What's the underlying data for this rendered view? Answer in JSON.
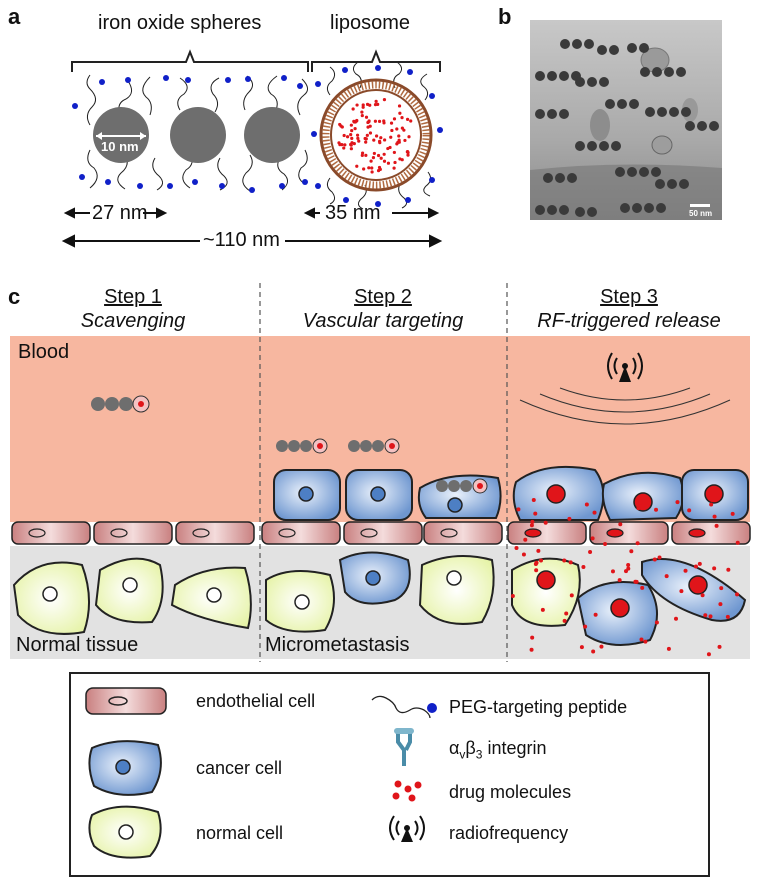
{
  "panel_a": {
    "letter": "a",
    "iron_label": "iron oxide spheres",
    "liposome_label": "liposome",
    "size_10": "10 nm",
    "size_27": "27 nm",
    "size_35": "35 nm",
    "size_110": "~110 nm"
  },
  "panel_b": {
    "letter": "b",
    "scalebar": "50 nm"
  },
  "panel_c": {
    "letter": "c",
    "steps": [
      {
        "title": "Step 1",
        "subtitle": "Scavenging"
      },
      {
        "title": "Step 2",
        "subtitle": "Vascular targeting"
      },
      {
        "title": "Step 3",
        "subtitle": "RF-triggered release"
      }
    ],
    "blood_label": "Blood",
    "normal_tissue_label": "Normal tissue",
    "micrometastasis_label": "Micrometastasis"
  },
  "legend": {
    "endothelial": "endothelial cell",
    "cancer": "cancer cell",
    "normal": "normal cell",
    "peg": "PEG-targeting peptide",
    "integrin_alpha": "α",
    "integrin_v": "v",
    "integrin_beta": "β",
    "integrin_3": "3",
    "integrin_suffix": " integrin",
    "drug": "drug molecules",
    "rf": "radiofrequency"
  },
  "colors": {
    "blood": "#f7b7a0",
    "tissue": "#e2e2e2",
    "endothelial": "#d99a9a",
    "cancer": "#7ea6d8",
    "normal": "#eaf5b8",
    "drug": "#e0151a",
    "peg_dot": "#1020c8",
    "iron": "#6e6e6e"
  }
}
